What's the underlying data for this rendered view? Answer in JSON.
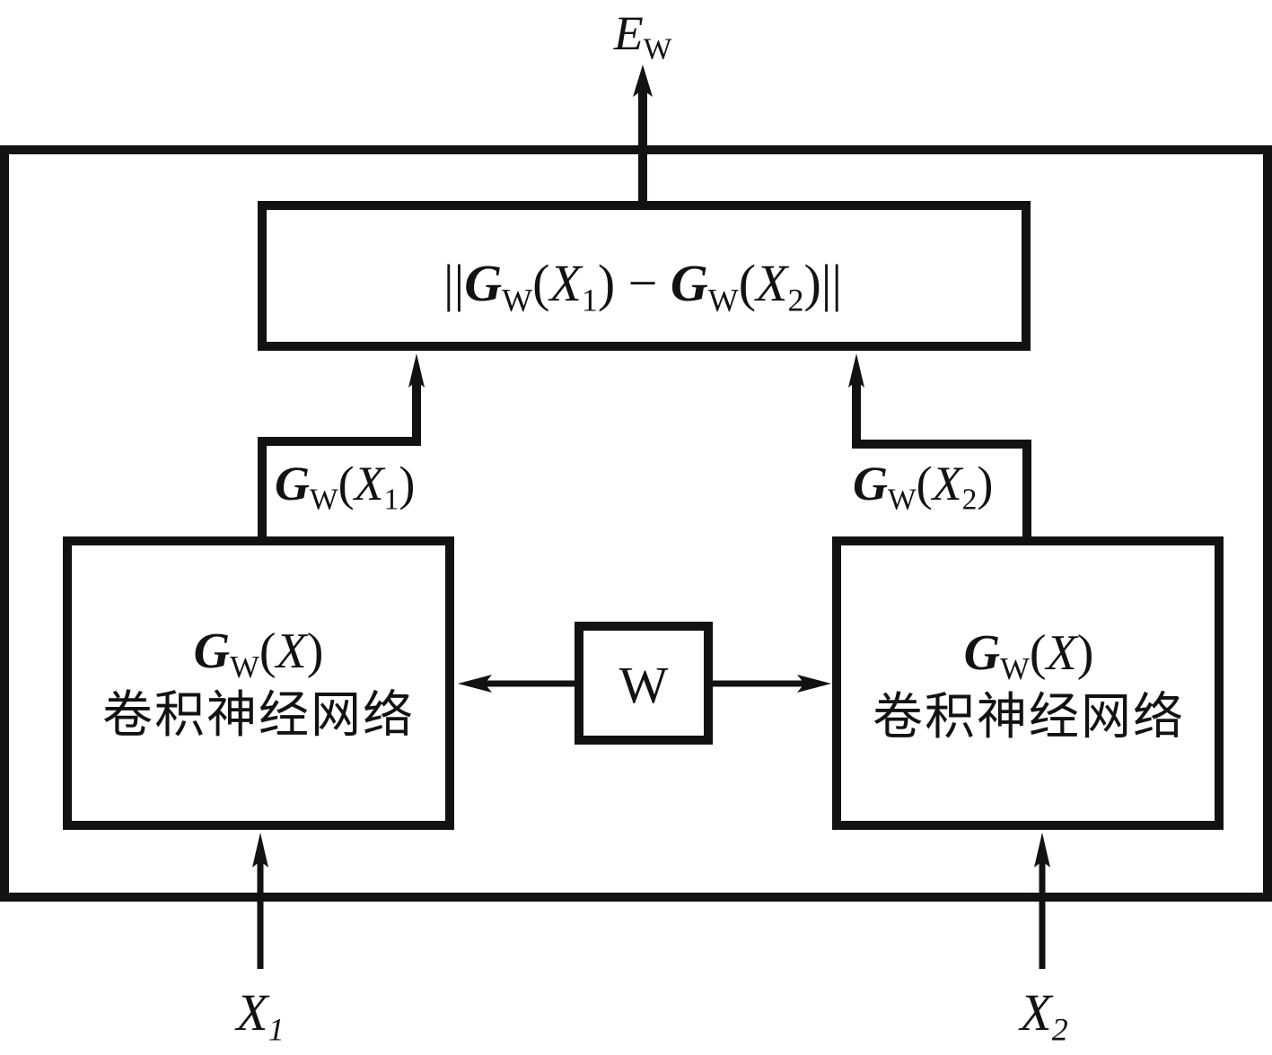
{
  "diagram": {
    "title": "Siamese convolutional neural network",
    "output_label": {
      "main": "E",
      "sub": "W"
    },
    "distance_box": {
      "open_bars": "||",
      "g_left": "G",
      "w_left": "W",
      "x_left": "X",
      "idx_left": "1",
      "minus": "−",
      "g_right": "G",
      "w_right": "W",
      "x_right": "X",
      "idx_right": "2",
      "close_bars": "||"
    },
    "branch_outputs": [
      {
        "g": "G",
        "w": "W",
        "x": "X",
        "idx": "1"
      },
      {
        "g": "G",
        "w": "W",
        "x": "X",
        "idx": "2"
      }
    ],
    "cnn_boxes": [
      {
        "g": "G",
        "w": "W",
        "x": "X",
        "caption": "卷积神经网络"
      },
      {
        "g": "G",
        "w": "W",
        "x": "X",
        "caption": "卷积神经网络"
      }
    ],
    "shared_weights": {
      "label": "W"
    },
    "inputs": [
      {
        "x": "X",
        "idx": "1"
      },
      {
        "x": "X",
        "idx": "2"
      }
    ],
    "colors": {
      "ink": "#141210",
      "background": "#ffffff"
    }
  }
}
